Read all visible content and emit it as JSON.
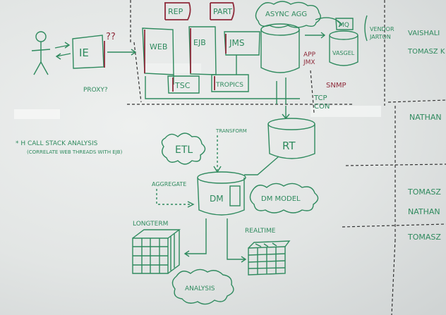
{
  "scene": "whiteboard-architecture-sketch",
  "colors": {
    "marker_green": "#2f8a5e",
    "marker_red": "#8e2a3a",
    "marker_black": "#333333",
    "board": "#e6e9e8"
  },
  "labels": {
    "ie": "IE",
    "question": "??",
    "proxy": "PROXY?",
    "web": "WEB",
    "ejb": "EJB",
    "jms": "JMS",
    "rep": "REP",
    "part": "PART",
    "tsc": "TSC",
    "tropics": "TROPICS",
    "async_agg": "ASYNC AGG",
    "mq": "MQ",
    "vasgel": "VASGEL",
    "app_jmx": "APP\nJMX",
    "snmp": "SNMP",
    "tcp_con": "TCP\nCON",
    "transform": "TRANSFORM",
    "rt": "RT",
    "etl": "ETL",
    "dm": "DM",
    "dm_model": "DM MODEL",
    "aggregate": "AGGREGATE",
    "longterm": "LONGTERM",
    "realtime": "REALTIME",
    "analysis": "ANALYSIS",
    "note_line1": "* H CALL STACK ANALYSIS",
    "note_line2": "(CORRELATE WEB THREADS WITH EJB)"
  },
  "names": {
    "vendor": "VENDOR\nJARTON",
    "vaishali": "VAISHALI",
    "tomasz_k": "TOMASZ K",
    "nathan": "NATHAN",
    "tomasz_nathan_1": "TOMASZ",
    "tomasz_nathan_2": "NATHAN",
    "tomasz": "TOMASZ"
  }
}
